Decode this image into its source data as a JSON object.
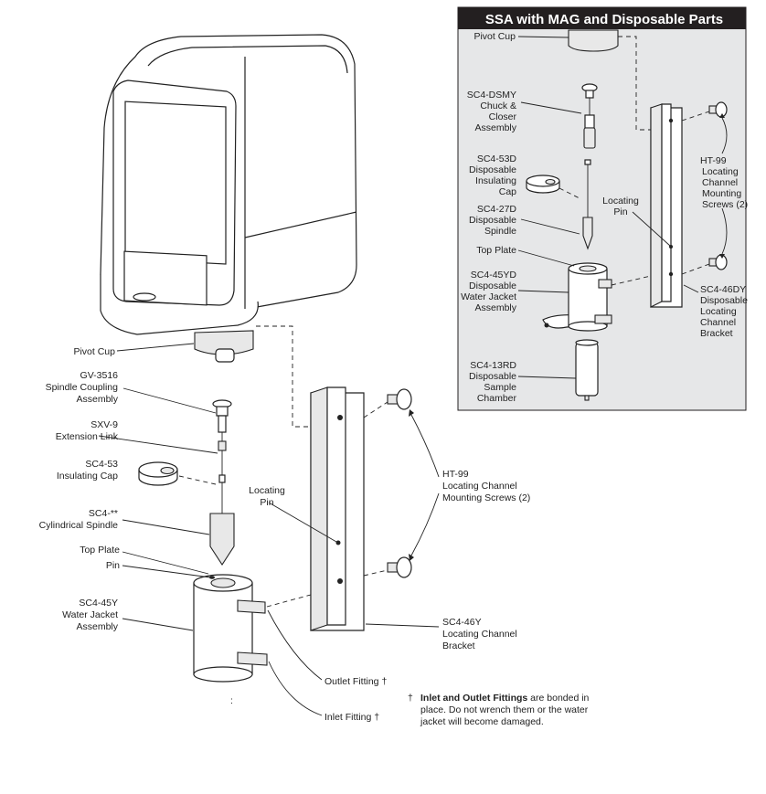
{
  "inset": {
    "title": "SSA with MAG  and Disposable Parts",
    "labels": {
      "pivot_cup": "Pivot Cup",
      "chuck_1": "SC4-DSMY",
      "chuck_2": "Chuck &",
      "chuck_3": "Closer",
      "chuck_4": "Assembly",
      "cap_1": "SC4-53D",
      "cap_2": "Disposable",
      "cap_3": "Insulating",
      "cap_4": "Cap",
      "spindle_1": "SC4-27D",
      "spindle_2": "Disposable",
      "spindle_3": "Spindle",
      "top_plate": "Top Plate",
      "jacket_1": "SC4-45YD",
      "jacket_2": "Disposable",
      "jacket_3": "Water Jacket",
      "jacket_4": "Assembly",
      "chamber_1": "SC4-13RD",
      "chamber_2": "Disposable",
      "chamber_3": "Sample",
      "chamber_4": "Chamber",
      "pin_1": "Locating",
      "pin_2": "Pin",
      "screws_1": "HT-99",
      "screws_2": "Locating",
      "screws_3": "Channel",
      "screws_4": "Mounting",
      "screws_5": "Screws (2)",
      "bracket_1": "SC4-46DY",
      "bracket_2": "Disposable",
      "bracket_3": "Locating",
      "bracket_4": "Channel",
      "bracket_5": "Bracket"
    }
  },
  "main": {
    "labels": {
      "pivot_cup": "Pivot Cup",
      "coupling_1": "GV-3516",
      "coupling_2": "Spindle Coupling",
      "coupling_3": "Assembly",
      "link_1": "SXV-9",
      "link_2": "Extension Link",
      "cap_1": "SC4-53",
      "cap_2": "Insulating Cap",
      "spindle_1": "SC4-**",
      "spindle_2": "Cylindrical Spindle",
      "top_plate": "Top Plate",
      "pin": "Pin",
      "jacket_1": "SC4-45Y",
      "jacket_2": "Water Jacket",
      "jacket_3": "Assembly",
      "locpin_1": "Locating",
      "locpin_2": "Pin",
      "screws_1": "HT-99",
      "screws_2": "Locating Channel",
      "screws_3": "Mounting Screws (2)",
      "bracket_1": "SC4-46Y",
      "bracket_2": "Locating Channel",
      "bracket_3": "Bracket",
      "outlet": "Outlet Fitting  †",
      "inlet": "Inlet Fitting  †"
    },
    "note": {
      "dagger": "†",
      "bold": "Inlet and Outlet Fittings",
      "line1_rest": " are bonded in",
      "line2": "place.  Do not wrench them or the water",
      "line3": "jacket will become damaged."
    },
    "stray_mark": ":"
  },
  "colors": {
    "inset_bg": "#e6e7e8",
    "inset_title_bg": "#231f20",
    "line": "#222222"
  }
}
